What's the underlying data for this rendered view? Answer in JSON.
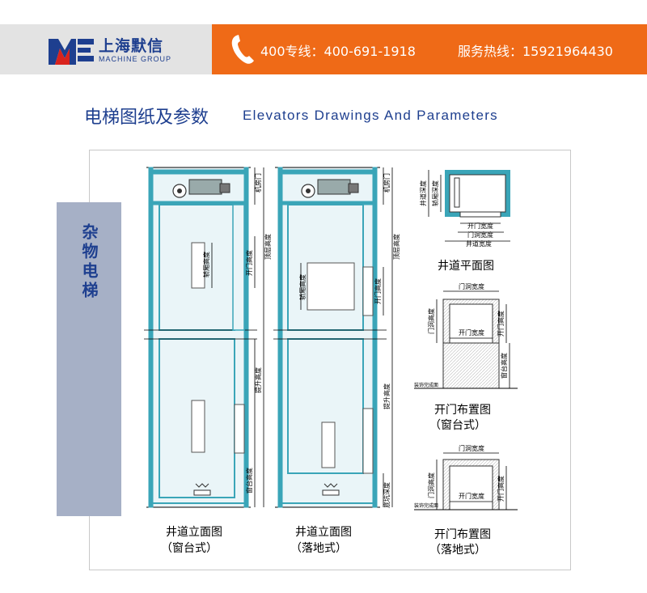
{
  "header": {
    "brand_cn": "上海默信",
    "brand_en": "MACHINE GROUP",
    "hotline": "400专线：400-691-1918",
    "service": "服务热线：15921964430",
    "colors": {
      "brand_bg": "#e3e3e3",
      "bar": "#ef6a17",
      "brand_blue": "#1e3f8f"
    },
    "icons": [
      "mc-logo-icon",
      "phone-icon"
    ]
  },
  "title": {
    "cn": "电梯图纸及参数",
    "en": "Elevators Drawings And Parameters"
  },
  "side_tab": {
    "label": "杂物电梯"
  },
  "labels": {
    "machine_room_door": "机房门",
    "top_floor_height": "顶层高度",
    "car_height": "轿厢高度",
    "door_open_height": "开门高度",
    "lift_height": "提升高度",
    "sill_height": "窗台高度",
    "pit_depth": "底坑深度",
    "shaft_depth": "井道深度",
    "car_depth": "轿厢深度",
    "door_open_width": "开门宽度",
    "door_hole_width": "门洞宽度",
    "shaft_width": "井道宽度",
    "door_hole_height": "门洞高度",
    "finish_floor": "装饰完成面"
  },
  "captions": {
    "elev_window_1": "井道立面图",
    "elev_window_2": "（窗台式）",
    "elev_floor_1": "井道立面图",
    "elev_floor_2": "（落地式）",
    "plan": "井道平面图",
    "door_window_1": "开门布置图",
    "door_window_2": "（窗台式）",
    "door_floor_1": "开门布置图",
    "door_floor_2": "（落地式）"
  }
}
